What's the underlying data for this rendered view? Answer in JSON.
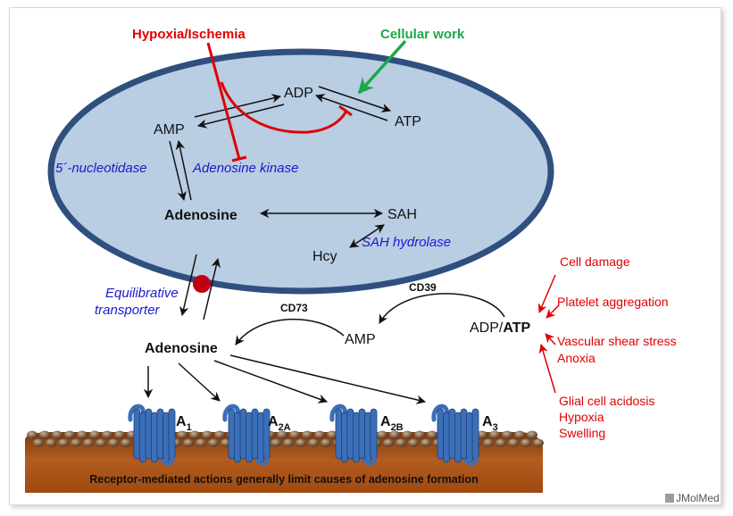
{
  "cell": {
    "adp": "ADP",
    "atp": "ATP",
    "amp": "AMP",
    "nucleotidase": "5´-nucleotidase",
    "adenosine_kinase": "Adenosine kinase",
    "adenosine": "Adenosine",
    "sah": "SAH",
    "hcy": "Hcy",
    "sah_hydrolase": "SAH hydrolase"
  },
  "inputs": {
    "hypoxia": "Hypoxia/Ischemia",
    "cellular_work": "Cellular work"
  },
  "transporter": {
    "line1": "Equilibrative",
    "line2": "transporter"
  },
  "extracellular": {
    "adenosine": "Adenosine",
    "amp": "AMP",
    "adp": "ADP/",
    "atp": "ATP",
    "cd73": "CD73",
    "cd39": "CD39"
  },
  "causes": [
    "Cell damage",
    "Platelet aggregation",
    "Vascular shear stress",
    "Anoxia",
    "Glial cell acidosis",
    "Hypoxia",
    "Swelling"
  ],
  "receptors": [
    {
      "base": "A",
      "sub": "1"
    },
    {
      "base": "A",
      "sub": "2A"
    },
    {
      "base": "A",
      "sub": "2B"
    },
    {
      "base": "A",
      "sub": "3"
    }
  ],
  "membrane_caption": "Receptor-mediated actions generally limit causes of adenosine formation",
  "watermark": "JMolMed",
  "colors": {
    "cell_fill": "#b9cde3",
    "cell_border": "#2f4f7f",
    "enzyme_text": "#1a1acc",
    "inhibition": "#e00000",
    "work_arrow": "#1aa84a",
    "receptor": "#3b6fb8",
    "membrane": "#a0501a",
    "transporter": "#c00010"
  }
}
